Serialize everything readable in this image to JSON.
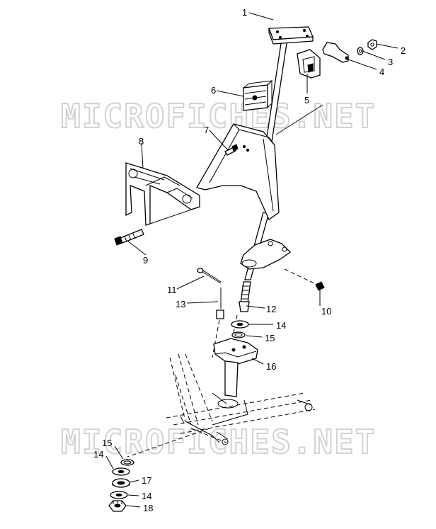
{
  "watermarks": [
    "MICROFICHES.NET",
    "MICROFICHES.NET"
  ],
  "callouts": [
    {
      "id": "1",
      "label": "1"
    },
    {
      "id": "2",
      "label": "2"
    },
    {
      "id": "3",
      "label": "3"
    },
    {
      "id": "4",
      "label": "4"
    },
    {
      "id": "5",
      "label": "5"
    },
    {
      "id": "6",
      "label": "6"
    },
    {
      "id": "7",
      "label": "7"
    },
    {
      "id": "8",
      "label": "8"
    },
    {
      "id": "9",
      "label": "9"
    },
    {
      "id": "10",
      "label": "10"
    },
    {
      "id": "11",
      "label": "11"
    },
    {
      "id": "12",
      "label": "12"
    },
    {
      "id": "13",
      "label": "13"
    },
    {
      "id": "14a",
      "label": "14"
    },
    {
      "id": "15a",
      "label": "15"
    },
    {
      "id": "16",
      "label": "16"
    },
    {
      "id": "15b",
      "label": "15"
    },
    {
      "id": "14b",
      "label": "14"
    },
    {
      "id": "17",
      "label": "17"
    },
    {
      "id": "14c",
      "label": "14"
    },
    {
      "id": "18",
      "label": "18"
    }
  ]
}
